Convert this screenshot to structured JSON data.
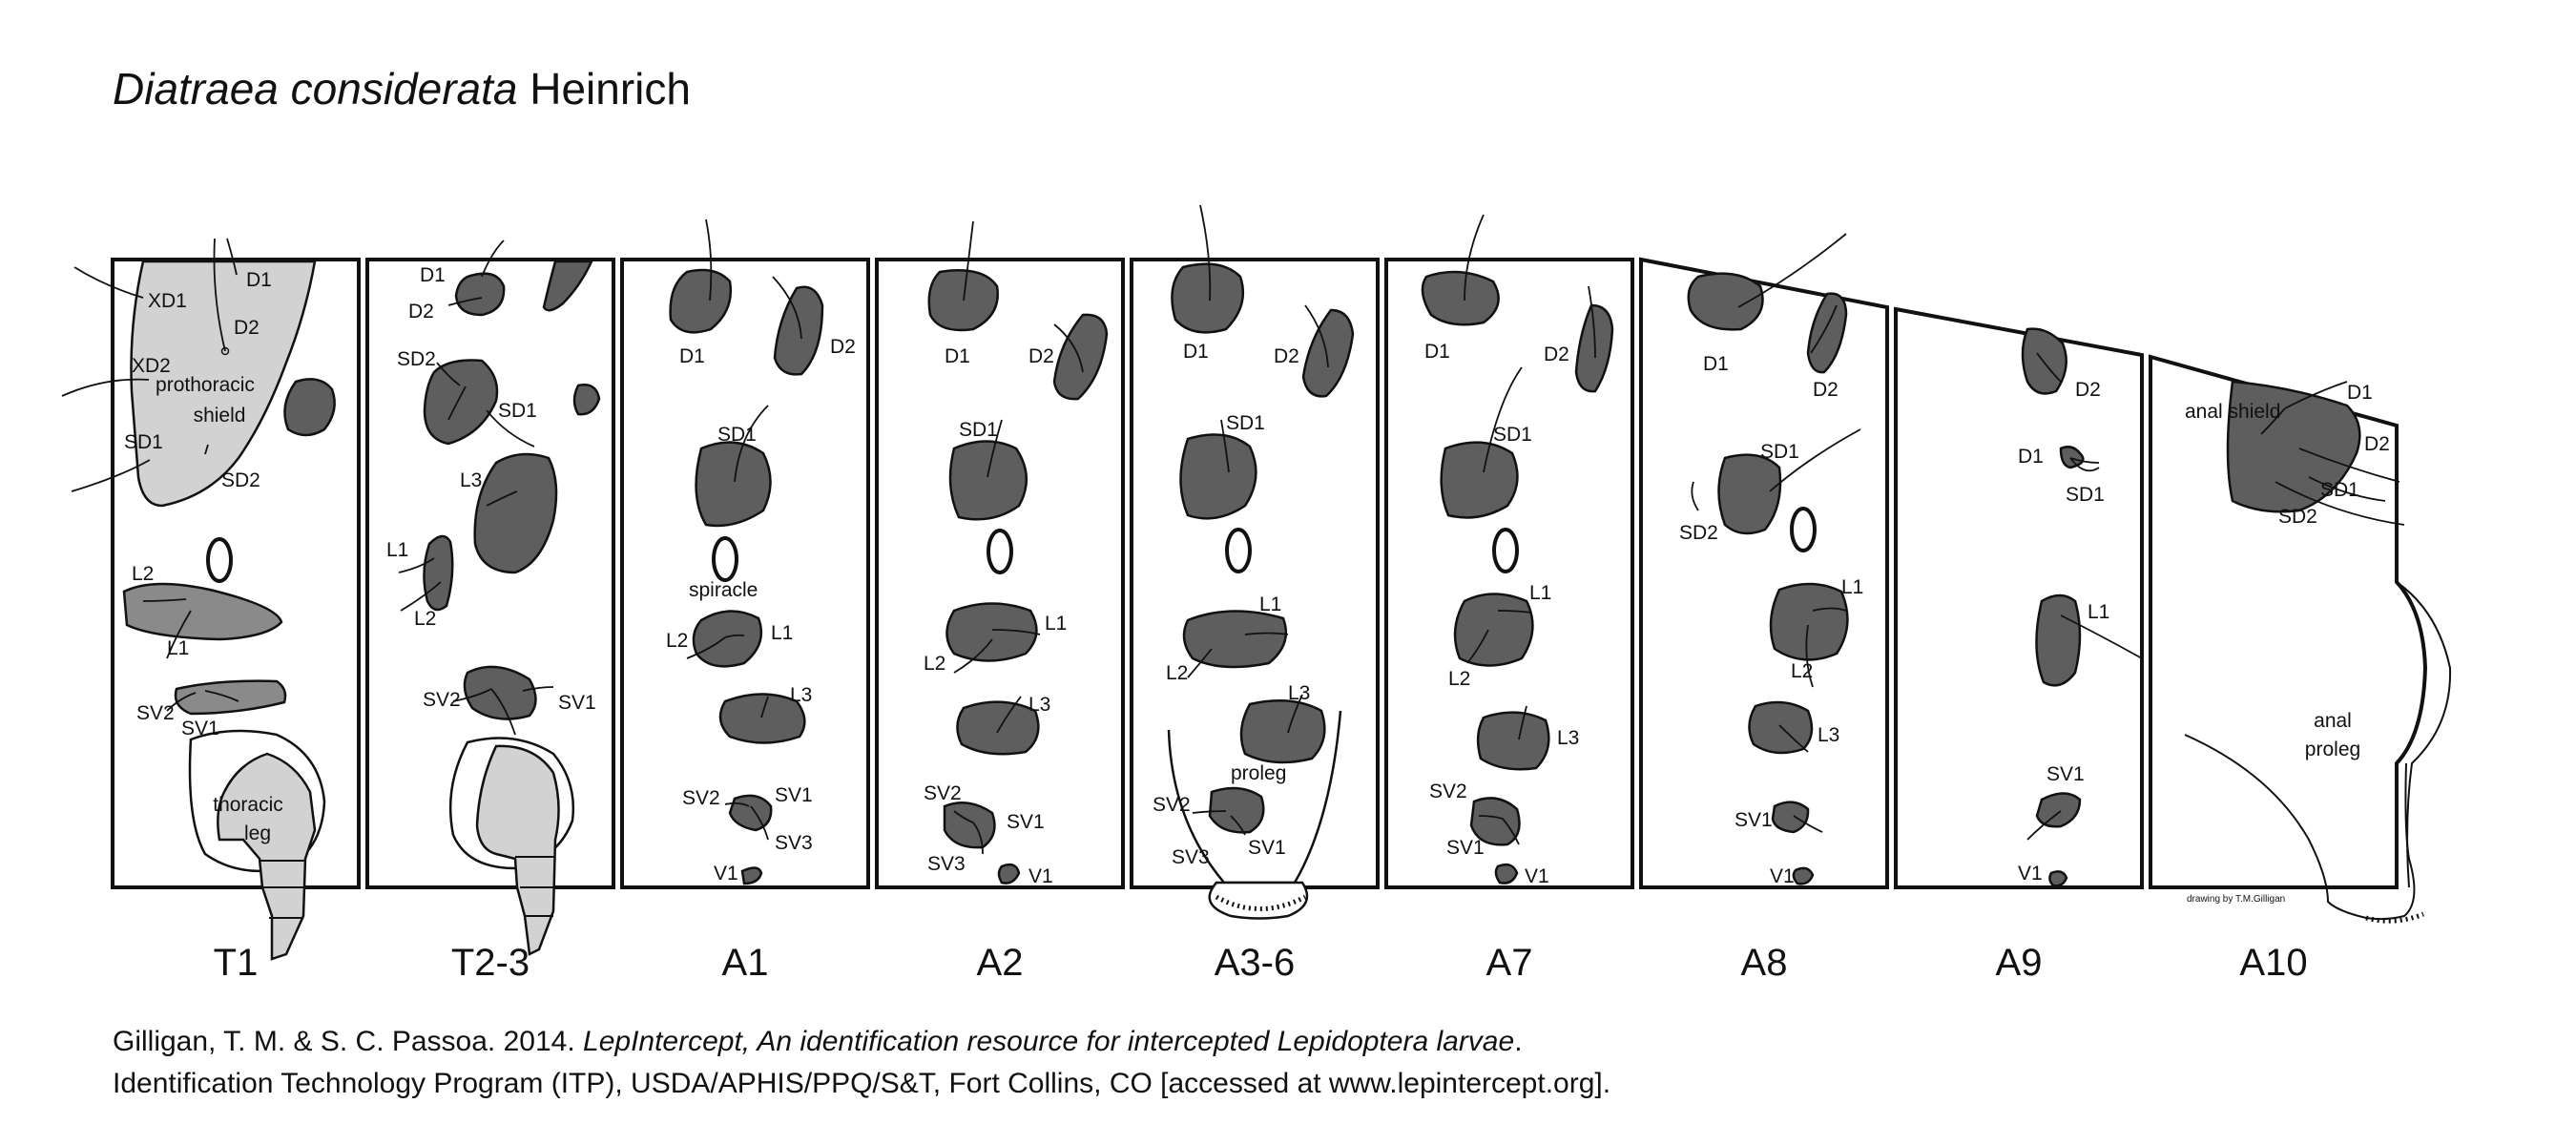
{
  "title": {
    "species": "Diatraea considerata",
    "author": "Heinrich"
  },
  "segments": [
    "T1",
    "T2-3",
    "A1",
    "A2",
    "A3-6",
    "A7",
    "A8",
    "A9",
    "A10"
  ],
  "labels": {
    "t1": {
      "d1": "D1",
      "xd1": "XD1",
      "d2": "D2",
      "xd2": "XD2",
      "shield1": "prothoracic",
      "shield2": "shield",
      "sd1": "SD1",
      "sd2": "SD2",
      "l2": "L2",
      "l1": "L1",
      "sv2": "SV2",
      "sv1": "SV1",
      "leg1": "thoracic",
      "leg2": "leg"
    },
    "t23": {
      "d1": "D1",
      "d2": "D2",
      "sd2": "SD2",
      "sd1": "SD1",
      "l3": "L3",
      "l1": "L1",
      "l2": "L2",
      "sv2": "SV2",
      "sv1": "SV1"
    },
    "a1": {
      "d1": "D1",
      "d2": "D2",
      "sd1": "SD1",
      "spiracle": "spiracle",
      "l2": "L2",
      "l1": "L1",
      "l3": "L3",
      "sv2": "SV2",
      "sv1": "SV1",
      "sv3": "SV3",
      "v1": "V1"
    },
    "a2": {
      "d1": "D1",
      "d2": "D2",
      "sd1": "SD1",
      "l1": "L1",
      "l2": "L2",
      "l3": "L3",
      "sv2": "SV2",
      "sv1": "SV1",
      "sv3": "SV3",
      "v1": "V1"
    },
    "a36": {
      "d1": "D1",
      "d2": "D2",
      "sd1": "SD1",
      "l1": "L1",
      "l2": "L2",
      "l3": "L3",
      "proleg": "proleg",
      "sv2": "SV2",
      "sv3": "SV3",
      "sv1": "SV1"
    },
    "a7": {
      "d1": "D1",
      "d2": "D2",
      "sd1": "SD1",
      "l1": "L1",
      "l2": "L2",
      "l3": "L3",
      "sv2": "SV2",
      "sv1": "SV1",
      "v1": "V1"
    },
    "a8": {
      "d1": "D1",
      "d2": "D2",
      "sd1": "SD1",
      "sd2": "SD2",
      "l1": "L1",
      "l2": "L2",
      "l3": "L3",
      "sv1": "SV1",
      "v1": "V1"
    },
    "a9": {
      "d2": "D2",
      "d1": "D1",
      "sd1": "SD1",
      "l1": "L1",
      "sv1": "SV1",
      "v1": "V1"
    },
    "a10": {
      "shield": "anal shield",
      "d1": "D1",
      "d2": "D2",
      "sd1": "SD1",
      "sd2": "SD2",
      "proleg1": "anal",
      "proleg2": "proleg"
    }
  },
  "credit": "drawing by T.M.Gilligan",
  "citation": {
    "line1_prefix": "Gilligan, T. M. & S. C. Passoa. 2014. ",
    "line1_italic": "LepIntercept, An identification resource for intercepted Lepidoptera larvae",
    "line1_suffix": ".",
    "line2": "Identification Technology Program (ITP), USDA/APHIS/PPQ/S&T, Fort Collins, CO [accessed at www.lepintercept.org]."
  },
  "colors": {
    "pinaculum": "#5e5e5e",
    "shield": "#d2d2d2",
    "outline": "#111111",
    "background": "#ffffff"
  }
}
